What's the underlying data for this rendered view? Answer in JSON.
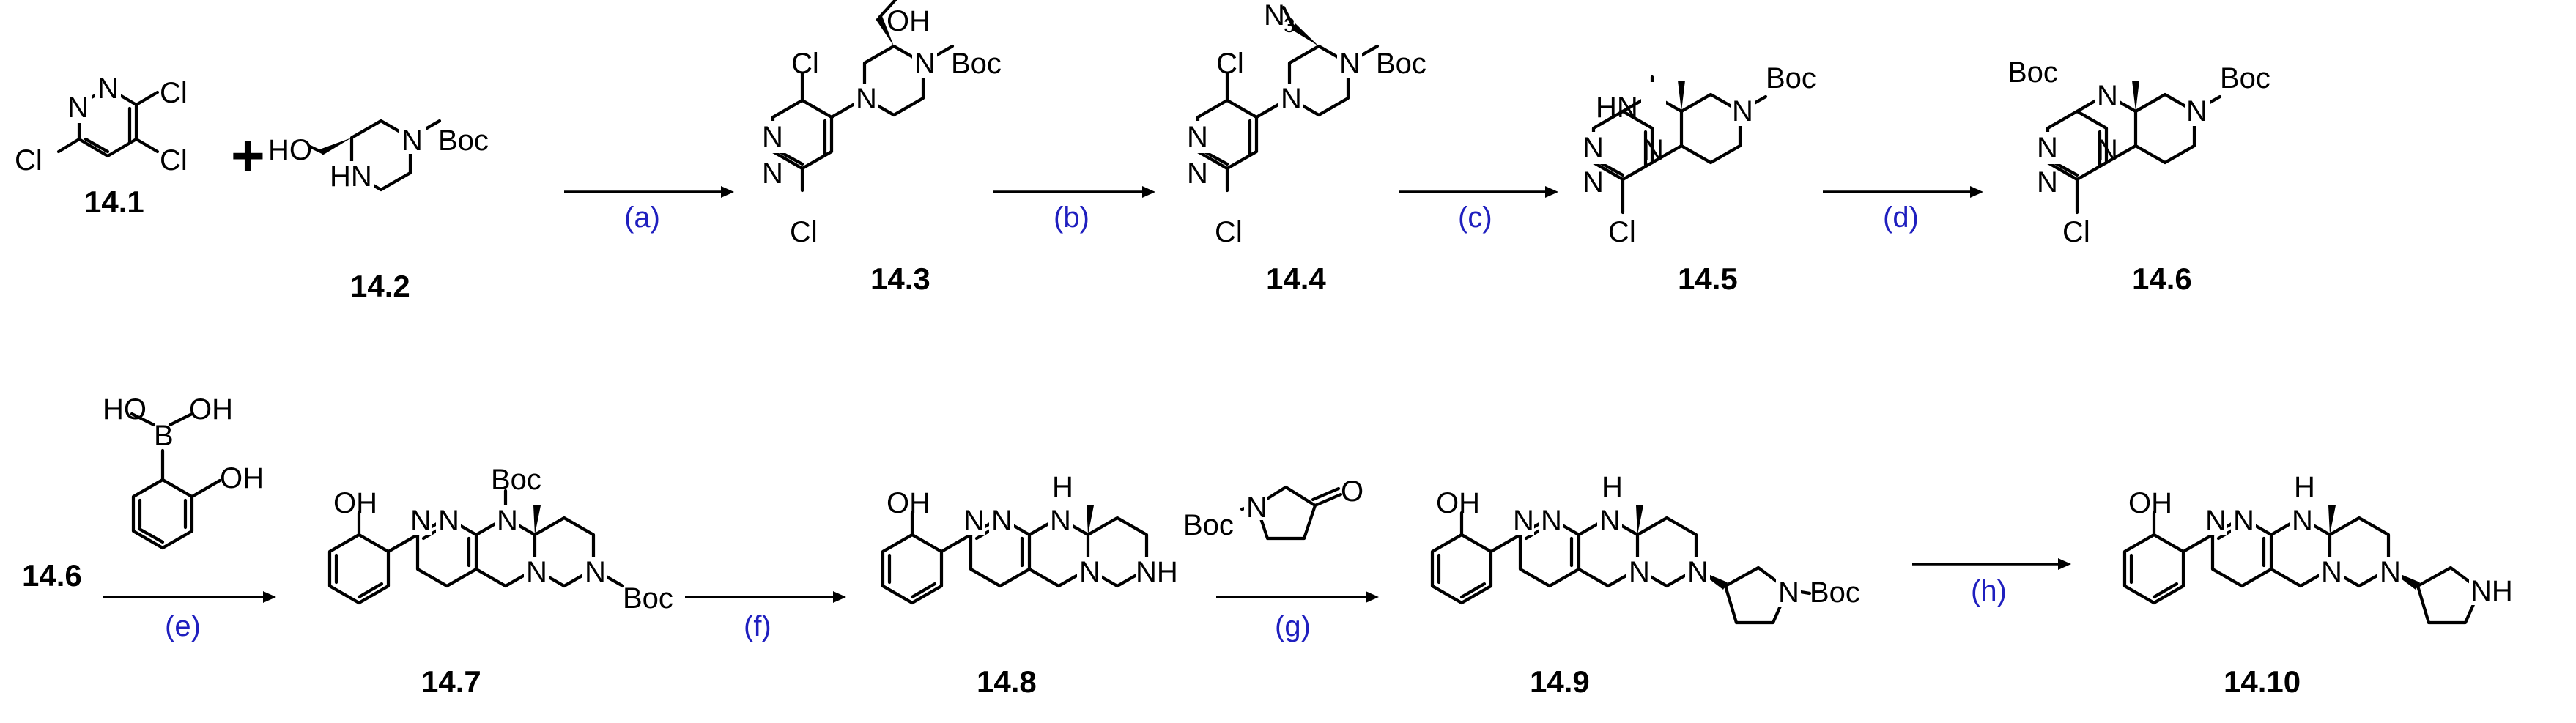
{
  "scheme": {
    "compounds": [
      {
        "id": "c141",
        "label": "14.1"
      },
      {
        "id": "c142",
        "label": "14.2"
      },
      {
        "id": "c143",
        "label": "14.3"
      },
      {
        "id": "c144",
        "label": "14.4"
      },
      {
        "id": "c145",
        "label": "14.5"
      },
      {
        "id": "c146",
        "label": "14.6"
      },
      {
        "id": "c147",
        "label": "14.7"
      },
      {
        "id": "c148",
        "label": "14.8"
      },
      {
        "id": "c149",
        "label": "14.9"
      },
      {
        "id": "c1410",
        "label": "14.10"
      }
    ],
    "conditions": [
      "(a)",
      "(b)",
      "(c)",
      "(d)",
      "(e)",
      "(f)",
      "(g)",
      "(h)"
    ],
    "start_label_row2": "14.6",
    "plus_sign": "+",
    "atoms": {
      "N": "N",
      "Cl": "Cl",
      "Boc": "Boc",
      "HO": "HO",
      "OH": "OH",
      "HN": "HN",
      "H": "H",
      "NH": "NH",
      "B": "B",
      "O": "O",
      "N3_main": "N",
      "N3_sub": "3"
    },
    "colors": {
      "condition": "#1f1fbf",
      "structure": "#000000"
    }
  }
}
